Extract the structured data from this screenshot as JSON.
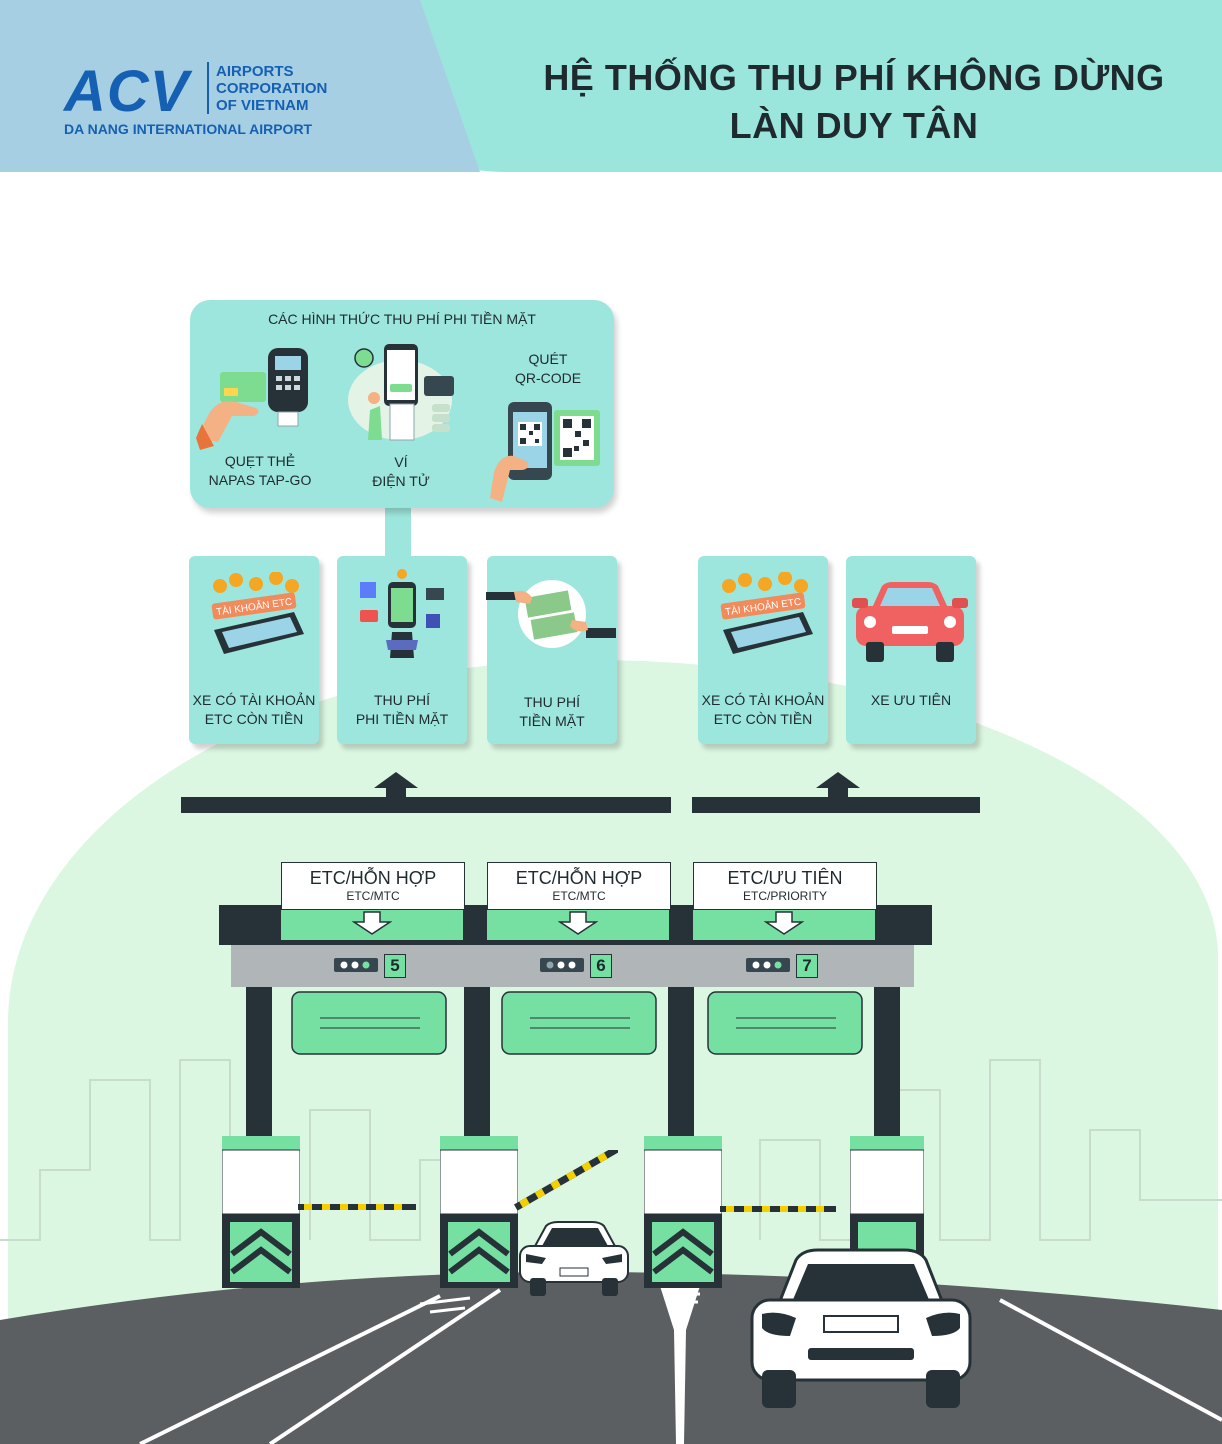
{
  "header": {
    "logo_text": "ACV",
    "logo_sub": "AIRPORTS\nCORPORATION\nOF VIETNAM",
    "airport_name": "DA NANG INTERNATIONAL AIRPORT",
    "title_line1": "HỆ THỐNG THU PHÍ KHÔNG DỪNG",
    "title_line2": "LÀN DUY TÂN"
  },
  "cashless_panel": {
    "title": "CÁC HÌNH THỨC THU PHÍ PHI TIỀN MẶT",
    "methods": [
      {
        "label_line1": "QUẸT THẺ",
        "label_line2": "NAPAS TAP-GO",
        "icon": "card-tap-icon"
      },
      {
        "label_line1": "VÍ",
        "label_line2": "ĐIỆN TỬ",
        "icon": "e-wallet-icon"
      },
      {
        "label_line1": "QUÉT",
        "label_line2": "QR-CODE",
        "icon": "qr-scan-icon"
      }
    ]
  },
  "lane_cards": [
    {
      "line1": "XE CÓ TÀI KHOẢN",
      "line2": "ETC CÒN TIỀN",
      "badge": "TÀI KHOẢN ETC",
      "icon": "etc-account-phone-icon"
    },
    {
      "line1": "THU PHÍ",
      "line2": "PHI TIỀN MẶT",
      "icon": "cashless-payment-icon"
    },
    {
      "line1": "THU PHÍ",
      "line2": "TIỀN MẶT",
      "icon": "cash-handover-icon"
    },
    {
      "line1": "XE CÓ TÀI KHOẢN",
      "line2": "ETC CÒN TIỀN",
      "badge": "TÀI KHOẢN ETC",
      "icon": "etc-account-phone-icon"
    },
    {
      "line1": "XE ƯU TIÊN",
      "line2": "",
      "icon": "priority-car-icon"
    }
  ],
  "booths": [
    {
      "main": "ETC/HỖN HỢP",
      "sub": "ETC/MTC",
      "lane": "5"
    },
    {
      "main": "ETC/HỖN HỢP",
      "sub": "ETC/MTC",
      "lane": "6"
    },
    {
      "main": "ETC/ƯU TIÊN",
      "sub": "ETC/PRIORITY",
      "lane": "7"
    }
  ],
  "colors": {
    "accent_teal": "#9de6dd",
    "accent_green": "#76e0a2",
    "brand_blue": "#1660b3",
    "dark": "#263238"
  }
}
